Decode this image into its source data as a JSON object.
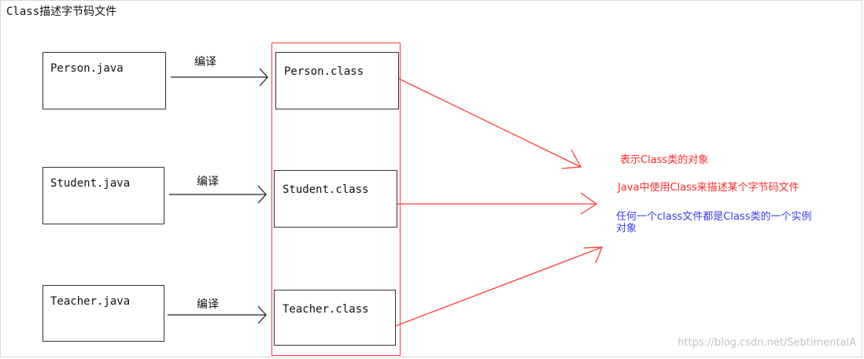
{
  "title": "Class描述字节码文件",
  "compile_label": "编译",
  "sources": [
    {
      "name": "Person.java"
    },
    {
      "name": "Student.java"
    },
    {
      "name": "Teacher.java"
    }
  ],
  "classes": [
    {
      "name": "Person.class"
    },
    {
      "name": "Student.class"
    },
    {
      "name": "Teacher.class"
    }
  ],
  "notes": {
    "object": "表示Class类的对象",
    "describe": "Java中使用Class来描述某个字节码文件",
    "instance_line1": "任何一个class文件都是Class类的一个实例",
    "instance_line2": "对象"
  },
  "watermark": "https://blog.csdn.net/SebtimentalA",
  "colors": {
    "highlight": "#ff3b3b",
    "red_text": "#ff2a2a",
    "blue_text": "#3a3af0",
    "arrow": "#222222"
  }
}
